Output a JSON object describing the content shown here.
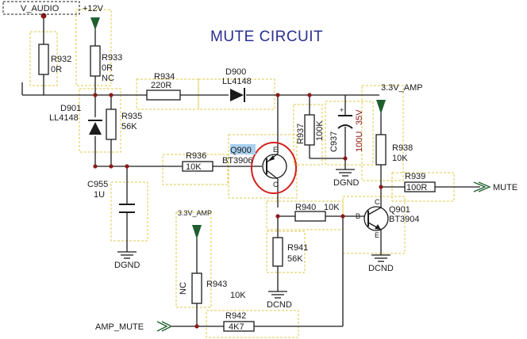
{
  "title": "MUTE CIRCUIT",
  "nets": {
    "v_audio": "V_AUDIO",
    "plus12v": "+12V",
    "v33_amp_top": "3.3V_AMP",
    "v33_amp_bottom": "3.3V_AMP",
    "mute": "MUTE",
    "amp_mute": "AMP_MUTE",
    "dgnd_c955": "DGND",
    "dgnd_c937": "DGND",
    "dcnd_r941": "DCND",
    "dcnd_q901": "DCND"
  },
  "components": {
    "r932": {
      "ref": "R932",
      "value": "0R"
    },
    "r933": {
      "ref": "R933",
      "value": "0R",
      "note": "NC"
    },
    "r934": {
      "ref": "R934",
      "value": "220R"
    },
    "d900": {
      "ref": "D900",
      "value": "LL4148"
    },
    "d901": {
      "ref": "D901",
      "value": "LL4148"
    },
    "r935": {
      "ref": "R935",
      "value": "56K"
    },
    "r936": {
      "ref": "R936",
      "value": "10K"
    },
    "q900": {
      "ref": "Q900",
      "value": "BT3906"
    },
    "r937": {
      "ref": "R937",
      "value": "100K"
    },
    "c937": {
      "ref": "C937",
      "value": "100U",
      "voltage": "35V"
    },
    "r938": {
      "ref": "R938",
      "value": "10K"
    },
    "r939": {
      "ref": "R939",
      "value": "100R"
    },
    "c955": {
      "ref": "C955",
      "value": "1U"
    },
    "r940": {
      "ref": "R940",
      "value": "10K"
    },
    "q901": {
      "ref": "Q901",
      "value": "BT3904"
    },
    "r941": {
      "ref": "R941",
      "value": "56K"
    },
    "r943": {
      "ref": "R943",
      "value": "10K",
      "note": "NC"
    },
    "r942": {
      "ref": "R942",
      "value": "4K7"
    }
  },
  "pins": {
    "e": "E",
    "c": "C",
    "b": "B"
  },
  "colors": {
    "wire": "#1b1b1b",
    "title": "#2a2f8f",
    "outline": "#e0c84a",
    "highlight": "#d42020",
    "arrow": "#1f5f2f",
    "junction": "#8b1a1a"
  }
}
